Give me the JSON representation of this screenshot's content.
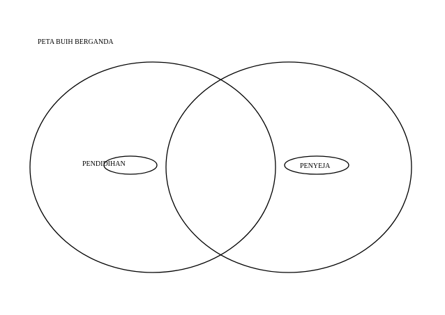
{
  "diagram": {
    "title": "PETA BUIH BERGANDA",
    "left_label": "PENDIDIHAN",
    "right_label": "PENYEJA",
    "stroke_color": "#000000",
    "background_color": "#ffffff"
  }
}
